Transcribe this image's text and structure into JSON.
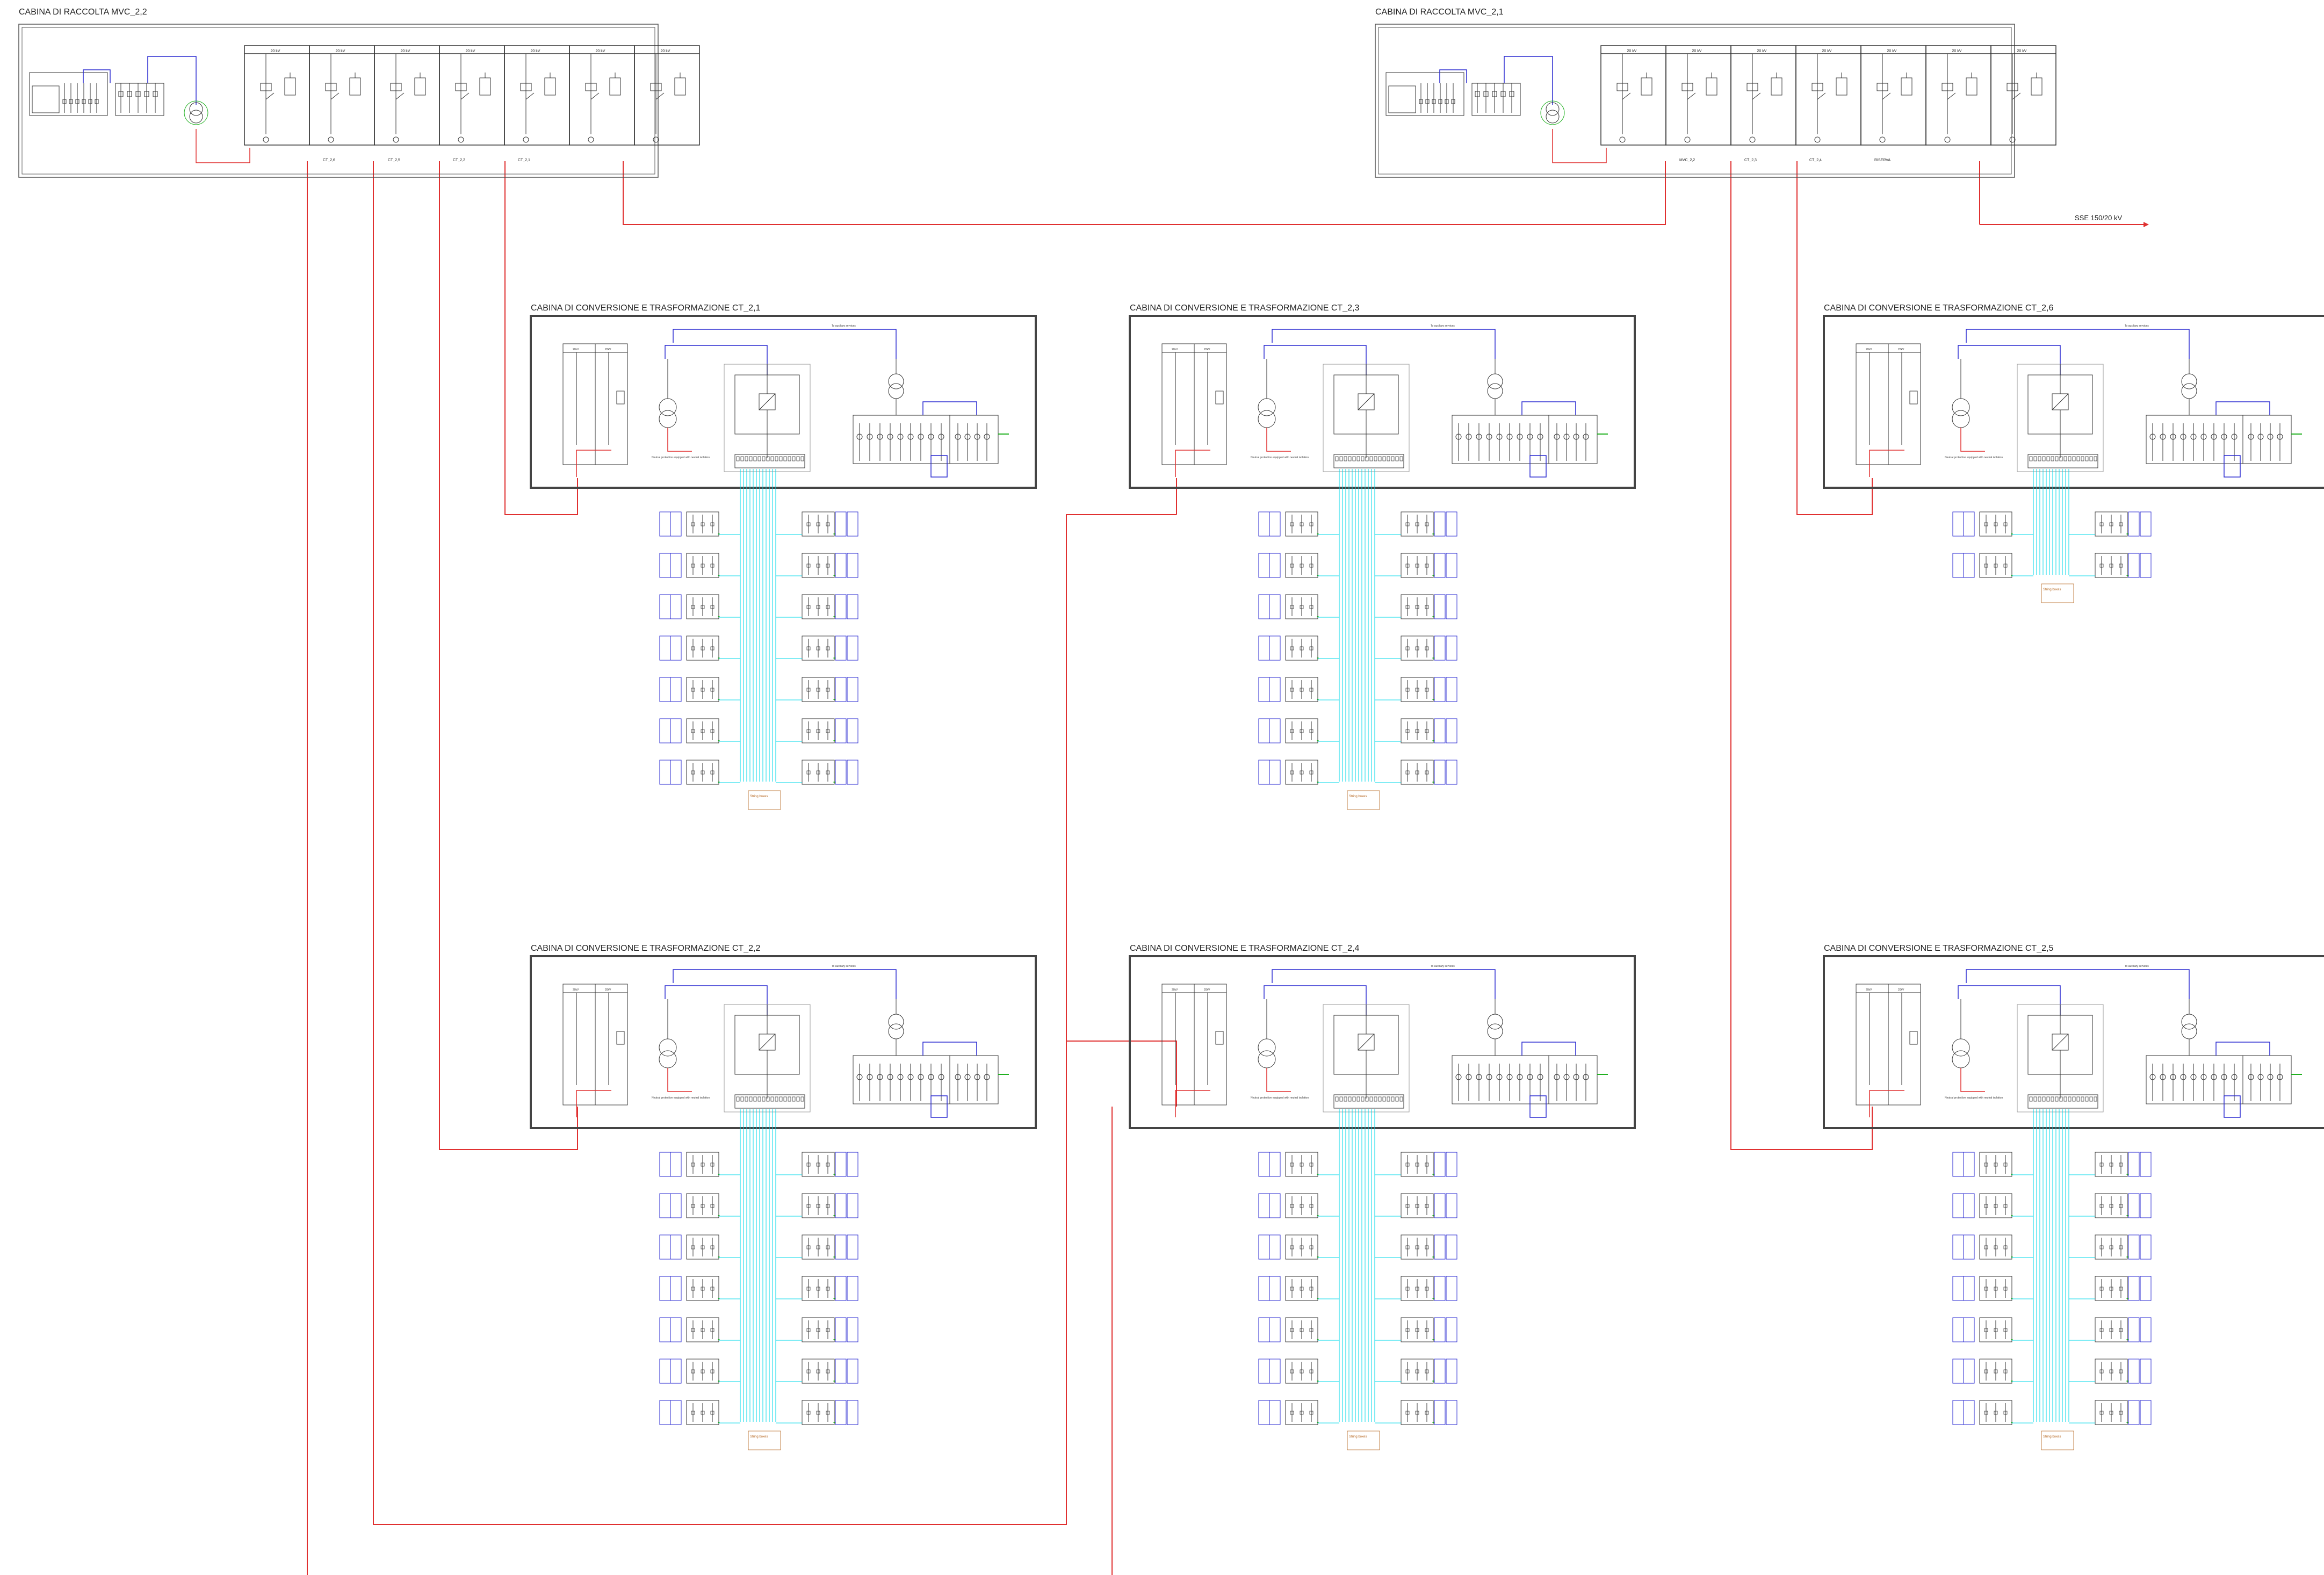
{
  "colors": {
    "mv_line": "#e03030",
    "bus_line": "#2a2ad0",
    "string_line": "#00d8e8",
    "green_mark": "#20b020",
    "frame": "#444444",
    "note": "#b5651d"
  },
  "collection_cabins": [
    {
      "title": "CABINA DI RACCOLTA MVC_2,2",
      "feeders": [
        {
          "voltage": "20 kV",
          "label": ""
        },
        {
          "voltage": "20 kV",
          "label": "CT_2,6"
        },
        {
          "voltage": "20 kV",
          "label": "CT_2,5"
        },
        {
          "voltage": "20 kV",
          "label": "CT_2,2"
        },
        {
          "voltage": "20 kV",
          "label": "CT_2,1"
        },
        {
          "voltage": "20 kV",
          "label": ""
        },
        {
          "voltage": "20 kV",
          "label": ""
        }
      ]
    },
    {
      "title": "CABINA DI RACCOLTA MVC_2,1",
      "feeders": [
        {
          "voltage": "20 kV",
          "label": ""
        },
        {
          "voltage": "20 kV",
          "label": "MVC_2,2"
        },
        {
          "voltage": "20 kV",
          "label": "CT_2,3"
        },
        {
          "voltage": "20 kV",
          "label": "CT_2,4"
        },
        {
          "voltage": "20 kV",
          "label": "RISERVA"
        },
        {
          "voltage": "20 kV",
          "label": ""
        },
        {
          "voltage": "20 kV",
          "label": ""
        }
      ]
    }
  ],
  "substation_label": "SSE 150/20 kV",
  "conversion_cabins": [
    {
      "title": "CABINA DI CONVERSIONE E TRASFORMAZIONE CT_2,1",
      "rows": 7
    },
    {
      "title": "CABINA DI CONVERSIONE E TRASFORMAZIONE CT_2,3",
      "rows": 7
    },
    {
      "title": "CABINA DI CONVERSIONE E TRASFORMAZIONE CT_2,6",
      "rows": 2
    },
    {
      "title": "CABINA DI CONVERSIONE E TRASFORMAZIONE CT_2,2",
      "rows": 7
    },
    {
      "title": "CABINA DI CONVERSIONE E TRASFORMAZIONE CT_2,4",
      "rows": 7
    },
    {
      "title": "CABINA DI CONVERSIONE E TRASFORMAZIONE CT_2,5",
      "rows": 7
    }
  ],
  "cabin_labels": {
    "panel_voltage": "20kV",
    "aux_bus": "To auxiliary services",
    "transformer_note": "Neutral protection equipped with neutral isolation",
    "string_note": "String boxes"
  }
}
